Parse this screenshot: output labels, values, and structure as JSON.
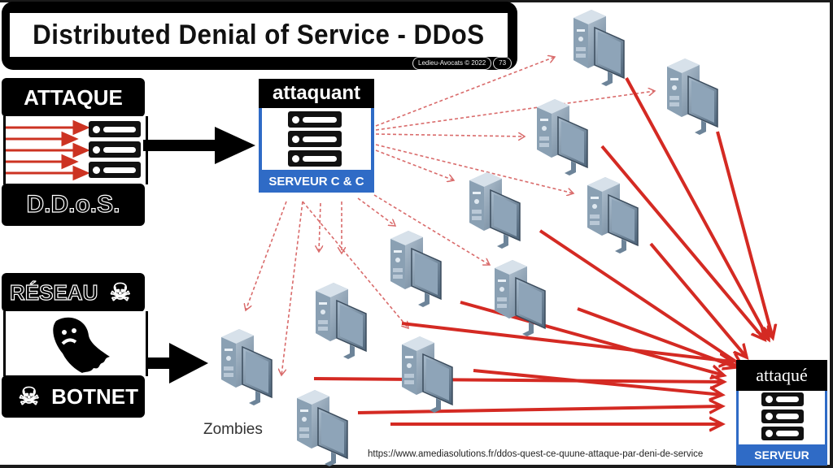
{
  "title": "Distributed Denial of Service - DDoS",
  "credit": {
    "author": "Ledieu-Avocats © 2022",
    "page": "73"
  },
  "left_panel": {
    "attaque_label": "ATTAQUE",
    "ddos_label": "D.D.o.S.",
    "reseau_label": "RÉSEAU",
    "botnet_label": "BOTNET",
    "icons": [
      "red-arrows-icon",
      "server-rack-icon",
      "skull-crossbones-icon",
      "ghost-icon",
      "skull-crossbones-icon"
    ]
  },
  "attacker": {
    "head": "attaquant",
    "foot": "SERVEUR C & C"
  },
  "victim": {
    "head": "attaqué",
    "foot": "SERVEUR"
  },
  "zombies_label": "Zombies",
  "source_url": "https://www.amediasolutions.fr/ddos-quest-ce-quune-attaque-par-deni-de-service",
  "colors": {
    "accent_blue": "#2f6bc6",
    "attack_red": "#d42a23",
    "command_dash": "#d96b6b"
  },
  "diagram": {
    "nodes": [
      {
        "id": "zombie-1",
        "type": "computer"
      },
      {
        "id": "zombie-2",
        "type": "computer"
      },
      {
        "id": "zombie-3",
        "type": "computer"
      },
      {
        "id": "zombie-4",
        "type": "computer"
      },
      {
        "id": "zombie-5",
        "type": "computer"
      },
      {
        "id": "zombie-6",
        "type": "computer"
      },
      {
        "id": "zombie-7",
        "type": "computer"
      },
      {
        "id": "zombie-8",
        "type": "computer"
      },
      {
        "id": "zombie-9",
        "type": "computer"
      },
      {
        "id": "zombie-10",
        "type": "computer"
      },
      {
        "id": "zombie-11",
        "type": "computer"
      },
      {
        "id": "zombie-12",
        "type": "computer"
      }
    ],
    "edges_command": "attacker -> every zombie (dashed)",
    "edges_attack": "every zombie -> victim (solid red)"
  }
}
